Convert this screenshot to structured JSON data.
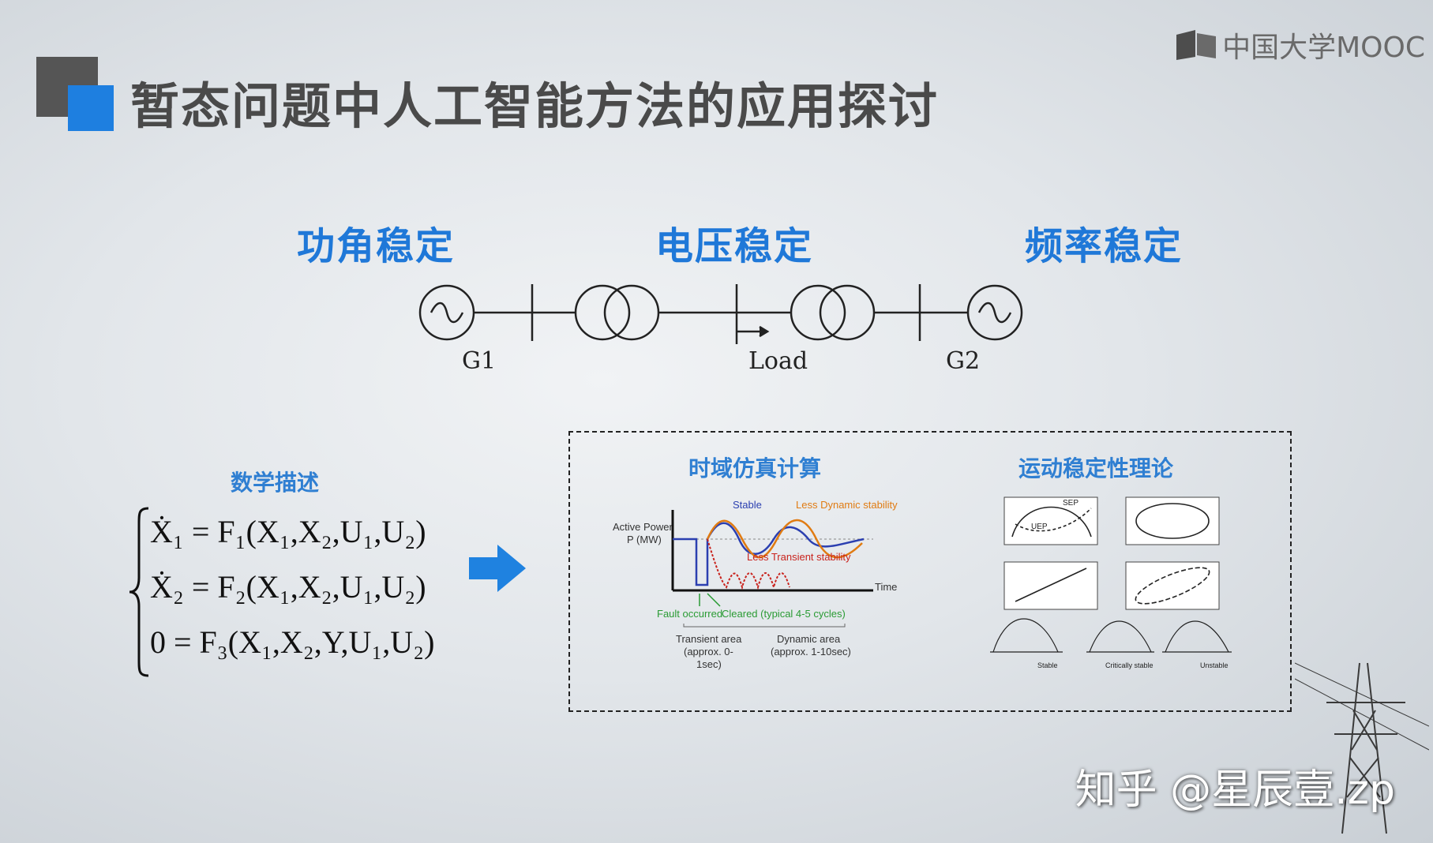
{
  "slide": {
    "title": "暂态问题中人工智能方法的应用探讨",
    "logo_text": "中国大学MOOC",
    "watermark": "知乎 @星辰壹.zp"
  },
  "topics": [
    "功角稳定",
    "电压稳定",
    "频率稳定"
  ],
  "circuit": {
    "g1_label": "G1",
    "load_label": "Load",
    "g2_label": "G2"
  },
  "math": {
    "label": "数学描述",
    "eq1": "Ẋ₁ = F₁(X₁,X₂,U₁,U₂)",
    "eq2": "Ẋ₂ = F₂(X₁,X₂,U₁,U₂)",
    "eq3": "0 = F₃(X₁,X₂,Y,U₁,U₂)"
  },
  "methods": {
    "left_title": "时域仿真计算",
    "right_title": "运动稳定性理论",
    "sim_plot": {
      "ylabel_line1": "Active Power",
      "ylabel_line2": "P (MW)",
      "xlabel": "Time",
      "stable": "Stable",
      "less_dynamic": "Less Dynamic stability",
      "less_transient": "Less Transient stability",
      "fault": "Fault occurred",
      "cleared": "Cleared (typical 4-5 cycles)",
      "transient_area": "Transient area",
      "transient_area_2": "(approx. 0-",
      "transient_area_3": "1sec)",
      "dynamic_area": "Dynamic area",
      "dynamic_area_2": "(approx. 1-10sec)"
    },
    "phase_plots": {
      "sep": "SEP",
      "uep": "UEP",
      "stable": "Stable",
      "critically_stable": "Critically stable",
      "unstable": "Unstable"
    }
  },
  "colors": {
    "accent_blue": "#1f78d8",
    "deco_dark": "#555555",
    "deco_blue": "#1e7fe0",
    "curve_blue": "#2b3fb0",
    "curve_orange": "#e07b12",
    "curve_red": "#c9231d",
    "label_green": "#2a9b34"
  }
}
